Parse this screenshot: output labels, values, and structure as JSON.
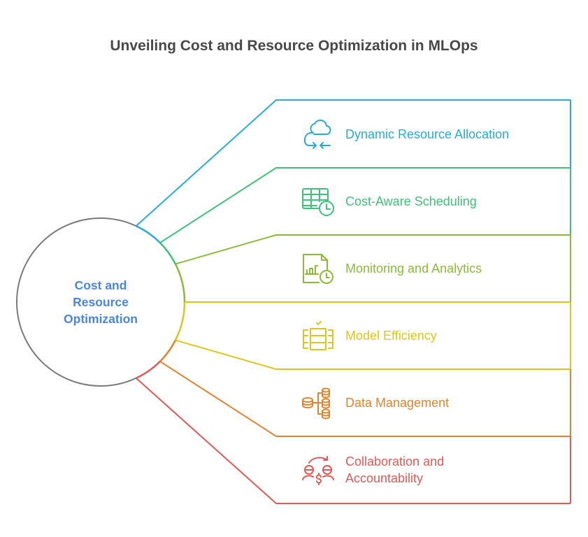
{
  "title": "Unveiling Cost and Resource Optimization in MLOps",
  "hub": {
    "label": "Cost and Resource Optimization",
    "lines": [
      "Cost and",
      "Resource",
      "Optimization"
    ],
    "color": "#4a86e0",
    "outline_color": "#7a7a7a"
  },
  "items": [
    {
      "label": "Dynamic Resource Allocation",
      "icon": "cloud-arrows-icon",
      "color": "#26acd6"
    },
    {
      "label": "Cost-Aware Scheduling",
      "icon": "calendar-clock-icon",
      "color": "#3fc17a"
    },
    {
      "label": "Monitoring and Analytics",
      "icon": "report-clock-icon",
      "color": "#8cbb3c"
    },
    {
      "label": "Model Efficiency",
      "icon": "stacked-model-check-icon",
      "color": "#e0c51c"
    },
    {
      "label": "Data Management",
      "icon": "database-tree-icon",
      "color": "#df8530"
    },
    {
      "label": "Collaboration and Accountability",
      "icon": "people-money-exchange-icon",
      "color": "#e05a57"
    }
  ]
}
